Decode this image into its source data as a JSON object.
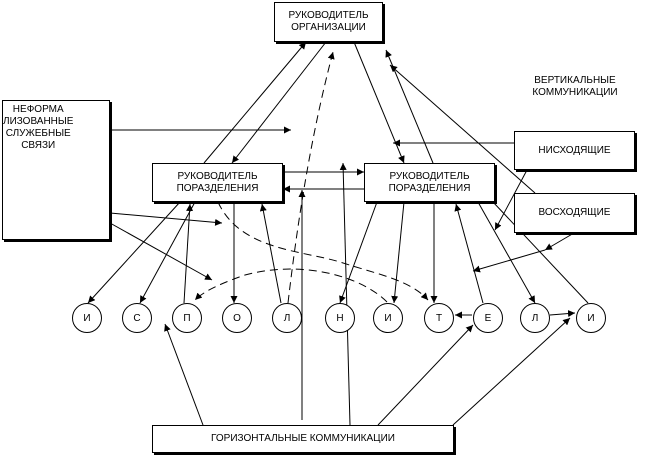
{
  "boxes": {
    "org_head": "РУКОВОДИТЕЛЬ\nОРГАНИЗАЦИИ",
    "dept_head_left": "РУКОВОДИТЕЛЬ\nПОРАЗДЕЛЕНИЯ",
    "dept_head_right": "РУКОВОДИТЕЛЬ\nПОРАЗДЕЛЕНИЯ",
    "informal": "НЕФОРМА\nЛИЗОВАННЫЕ\nСЛУЖЕБНЫЕ\nСВЯЗИ",
    "descending": "НИСХОДЯЩИЕ",
    "ascending": "ВОСХОДЯЩИЕ",
    "horizontal": "ГОРИЗОНТАЛЬНЫЕ КОММУНИКАЦИИ"
  },
  "vertical_label": "ВЕРТИКАЛЬНЫЕ\nКОММУНИКАЦИИ",
  "nodes": [
    "И",
    "С",
    "П",
    "О",
    "Л",
    "Н",
    "И",
    "Т",
    "Е",
    "Л",
    "И"
  ]
}
